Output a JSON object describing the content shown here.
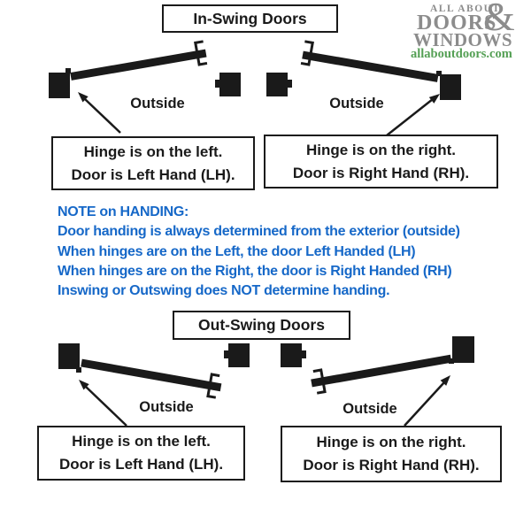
{
  "colors": {
    "ink": "#1a1a1a",
    "note_blue": "#1668c8",
    "logo_gray": "#8c8c8c",
    "logo_green": "#55a055"
  },
  "logo": {
    "top": "ALL ABOUT",
    "doors": "DOORS",
    "ampersand": "&",
    "windows": "WINDOWS",
    "website": "allaboutdoors.com"
  },
  "inswing": {
    "title": "In-Swing Doors",
    "left_diagram": {
      "outside": "Outside",
      "caption1": "Hinge is on the left.",
      "caption2": "Door is Left Hand (LH)."
    },
    "right_diagram": {
      "outside": "Outside",
      "caption1": "Hinge is on the right.",
      "caption2": "Door is Right Hand (RH)."
    }
  },
  "outswing": {
    "title": "Out-Swing Doors",
    "left_diagram": {
      "outside": "Outside",
      "caption1": "Hinge is on the left.",
      "caption2": "Door is Left Hand (LH)."
    },
    "right_diagram": {
      "outside": "Outside",
      "caption1": "Hinge is on the right.",
      "caption2": "Door is Right Hand (RH)."
    }
  },
  "note": {
    "heading": "NOTE on HANDING:",
    "lines": [
      "Door handing is always determined from the exterior (outside)",
      "When hinges are on the Left, the door Left Handed (LH)",
      "When hinges are on the Right, the door is Right Handed (RH)",
      "Inswing or Outswing does NOT determine handing."
    ]
  }
}
